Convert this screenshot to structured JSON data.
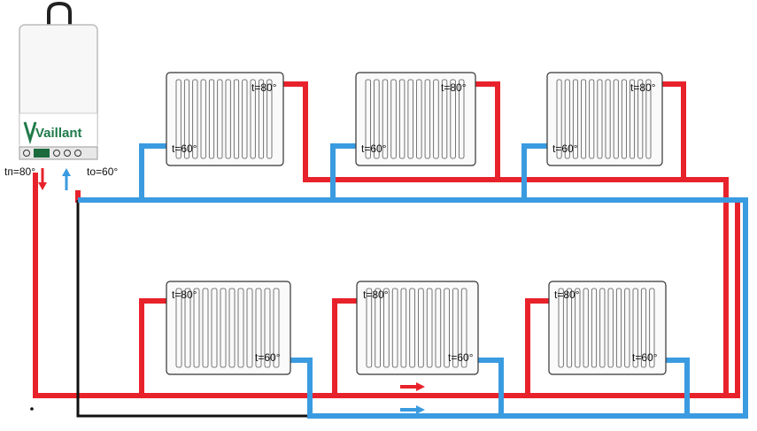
{
  "boiler": {
    "brand": "Vaillant",
    "supply_label": "tп=80°",
    "return_label": "to=60°"
  },
  "colors": {
    "hot": "#e8222b",
    "cold": "#3a9be0",
    "black": "#111111",
    "brand_green": "#1f7a4a"
  },
  "radiators": {
    "top": [
      {
        "hot_label": "t=80°",
        "cold_label": "t=60°"
      },
      {
        "hot_label": "t=80°",
        "cold_label": "t=60°"
      },
      {
        "hot_label": "t=80°",
        "cold_label": "t=60°"
      }
    ],
    "bottom": [
      {
        "hot_label": "t=80°",
        "cold_label": "t=60°"
      },
      {
        "hot_label": "t=80°",
        "cold_label": "t=60°"
      },
      {
        "hot_label": "t=80°",
        "cold_label": "t=60°"
      }
    ]
  },
  "icons": [
    "boiler-icon",
    "flow-arrow-hot-icon",
    "flow-arrow-cold-icon"
  ]
}
